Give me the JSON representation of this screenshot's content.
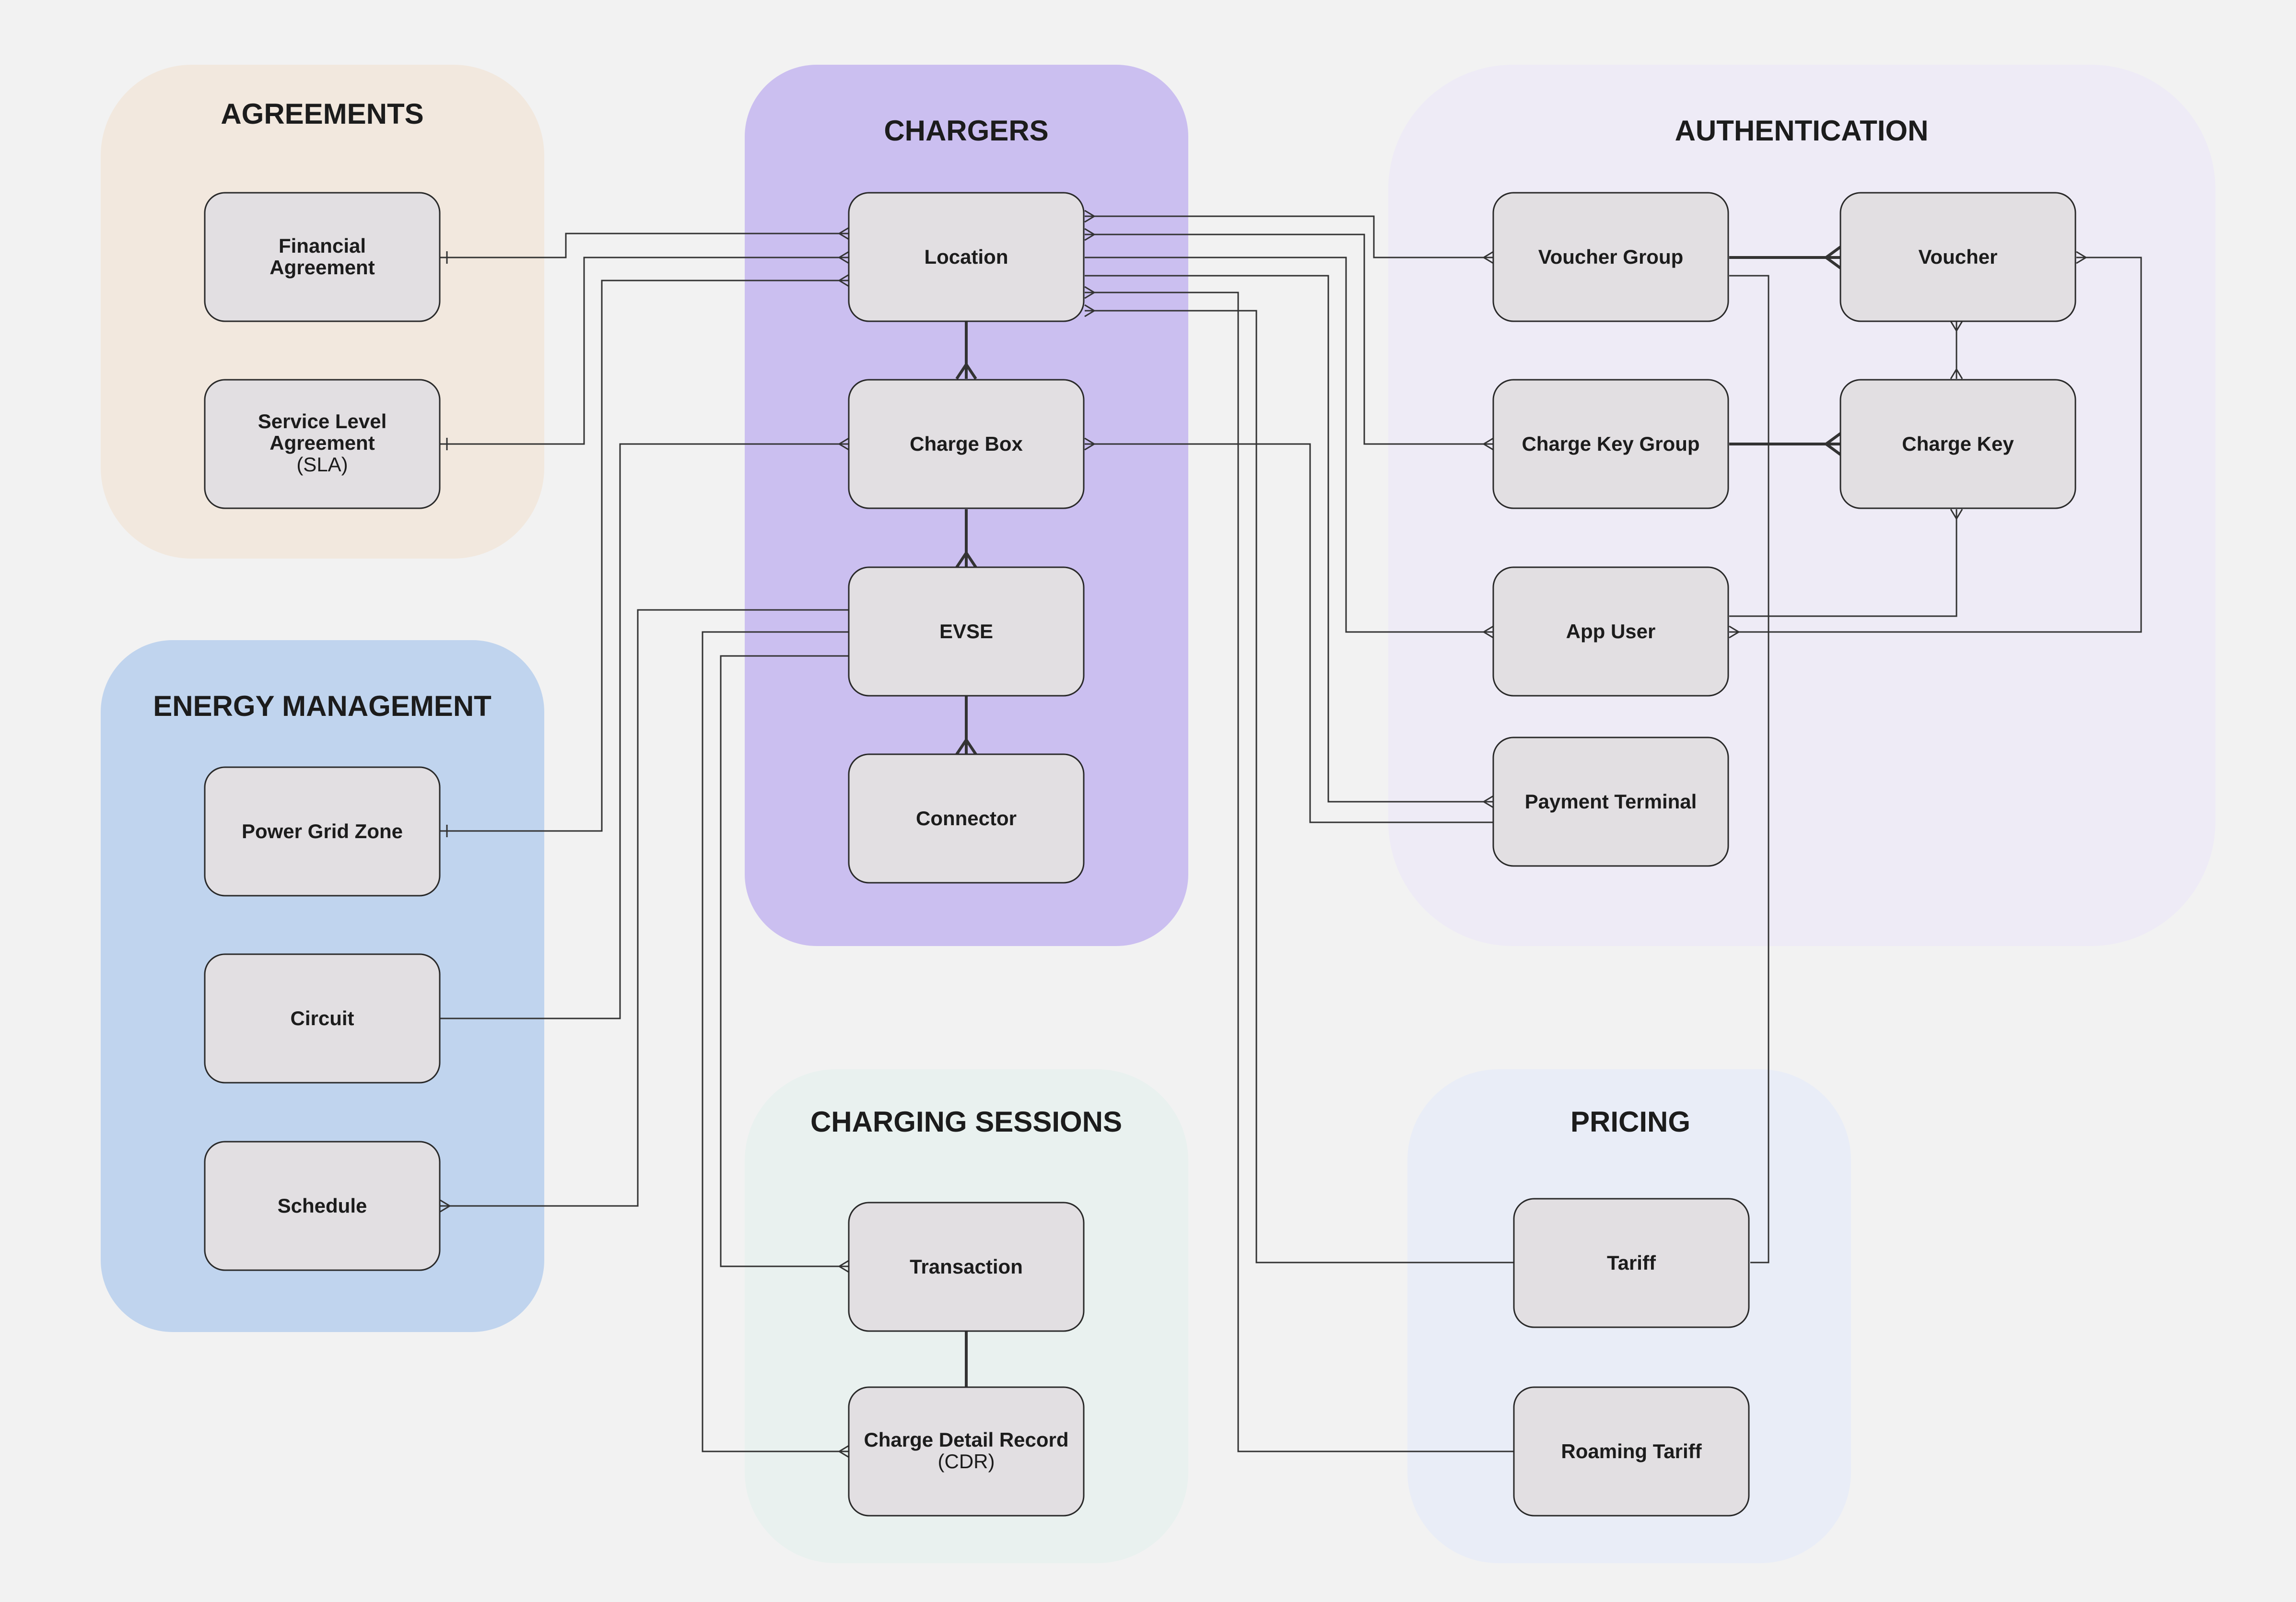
{
  "colors": {
    "background": "#f2f2f2",
    "agreements": "#f2e8de",
    "chargers": "#cbbff0",
    "authentication": "#eeebf6",
    "energy_management": "#c0d4ee",
    "charging_sessions": "#e9f1ef",
    "pricing": "#e9edf7",
    "entity_fill": "#e2dfe2",
    "line": "#333333"
  },
  "groups": {
    "agreements": {
      "title": "AGREEMENTS"
    },
    "chargers": {
      "title": "CHARGERS"
    },
    "authentication": {
      "title": "AUTHENTICATION"
    },
    "energy_management": {
      "title": "ENERGY MANAGEMENT"
    },
    "charging_sessions": {
      "title": "CHARGING SESSIONS"
    },
    "pricing": {
      "title": "PRICING"
    }
  },
  "entities": {
    "financial_agreement": {
      "line1": "Financial",
      "line2": "Agreement"
    },
    "sla": {
      "line1": "Service Level",
      "line2": "Agreement",
      "line3": "(SLA)"
    },
    "location": {
      "label": "Location"
    },
    "charge_box": {
      "label": "Charge Box"
    },
    "evse": {
      "label": "EVSE"
    },
    "connector": {
      "label": "Connector"
    },
    "voucher_group": {
      "label": "Voucher Group"
    },
    "voucher": {
      "label": "Voucher"
    },
    "charge_key_group": {
      "label": "Charge Key Group"
    },
    "charge_key": {
      "label": "Charge Key"
    },
    "app_user": {
      "label": "App User"
    },
    "payment_terminal": {
      "label": "Payment Terminal"
    },
    "power_grid_zone": {
      "label": "Power Grid Zone"
    },
    "circuit": {
      "label": "Circuit"
    },
    "schedule": {
      "label": "Schedule"
    },
    "transaction": {
      "label": "Transaction"
    },
    "cdr": {
      "line1": "Charge Detail Record",
      "line2": "(CDR)"
    },
    "tariff": {
      "label": "Tariff"
    },
    "roaming_tariff": {
      "label": "Roaming Tariff"
    }
  }
}
